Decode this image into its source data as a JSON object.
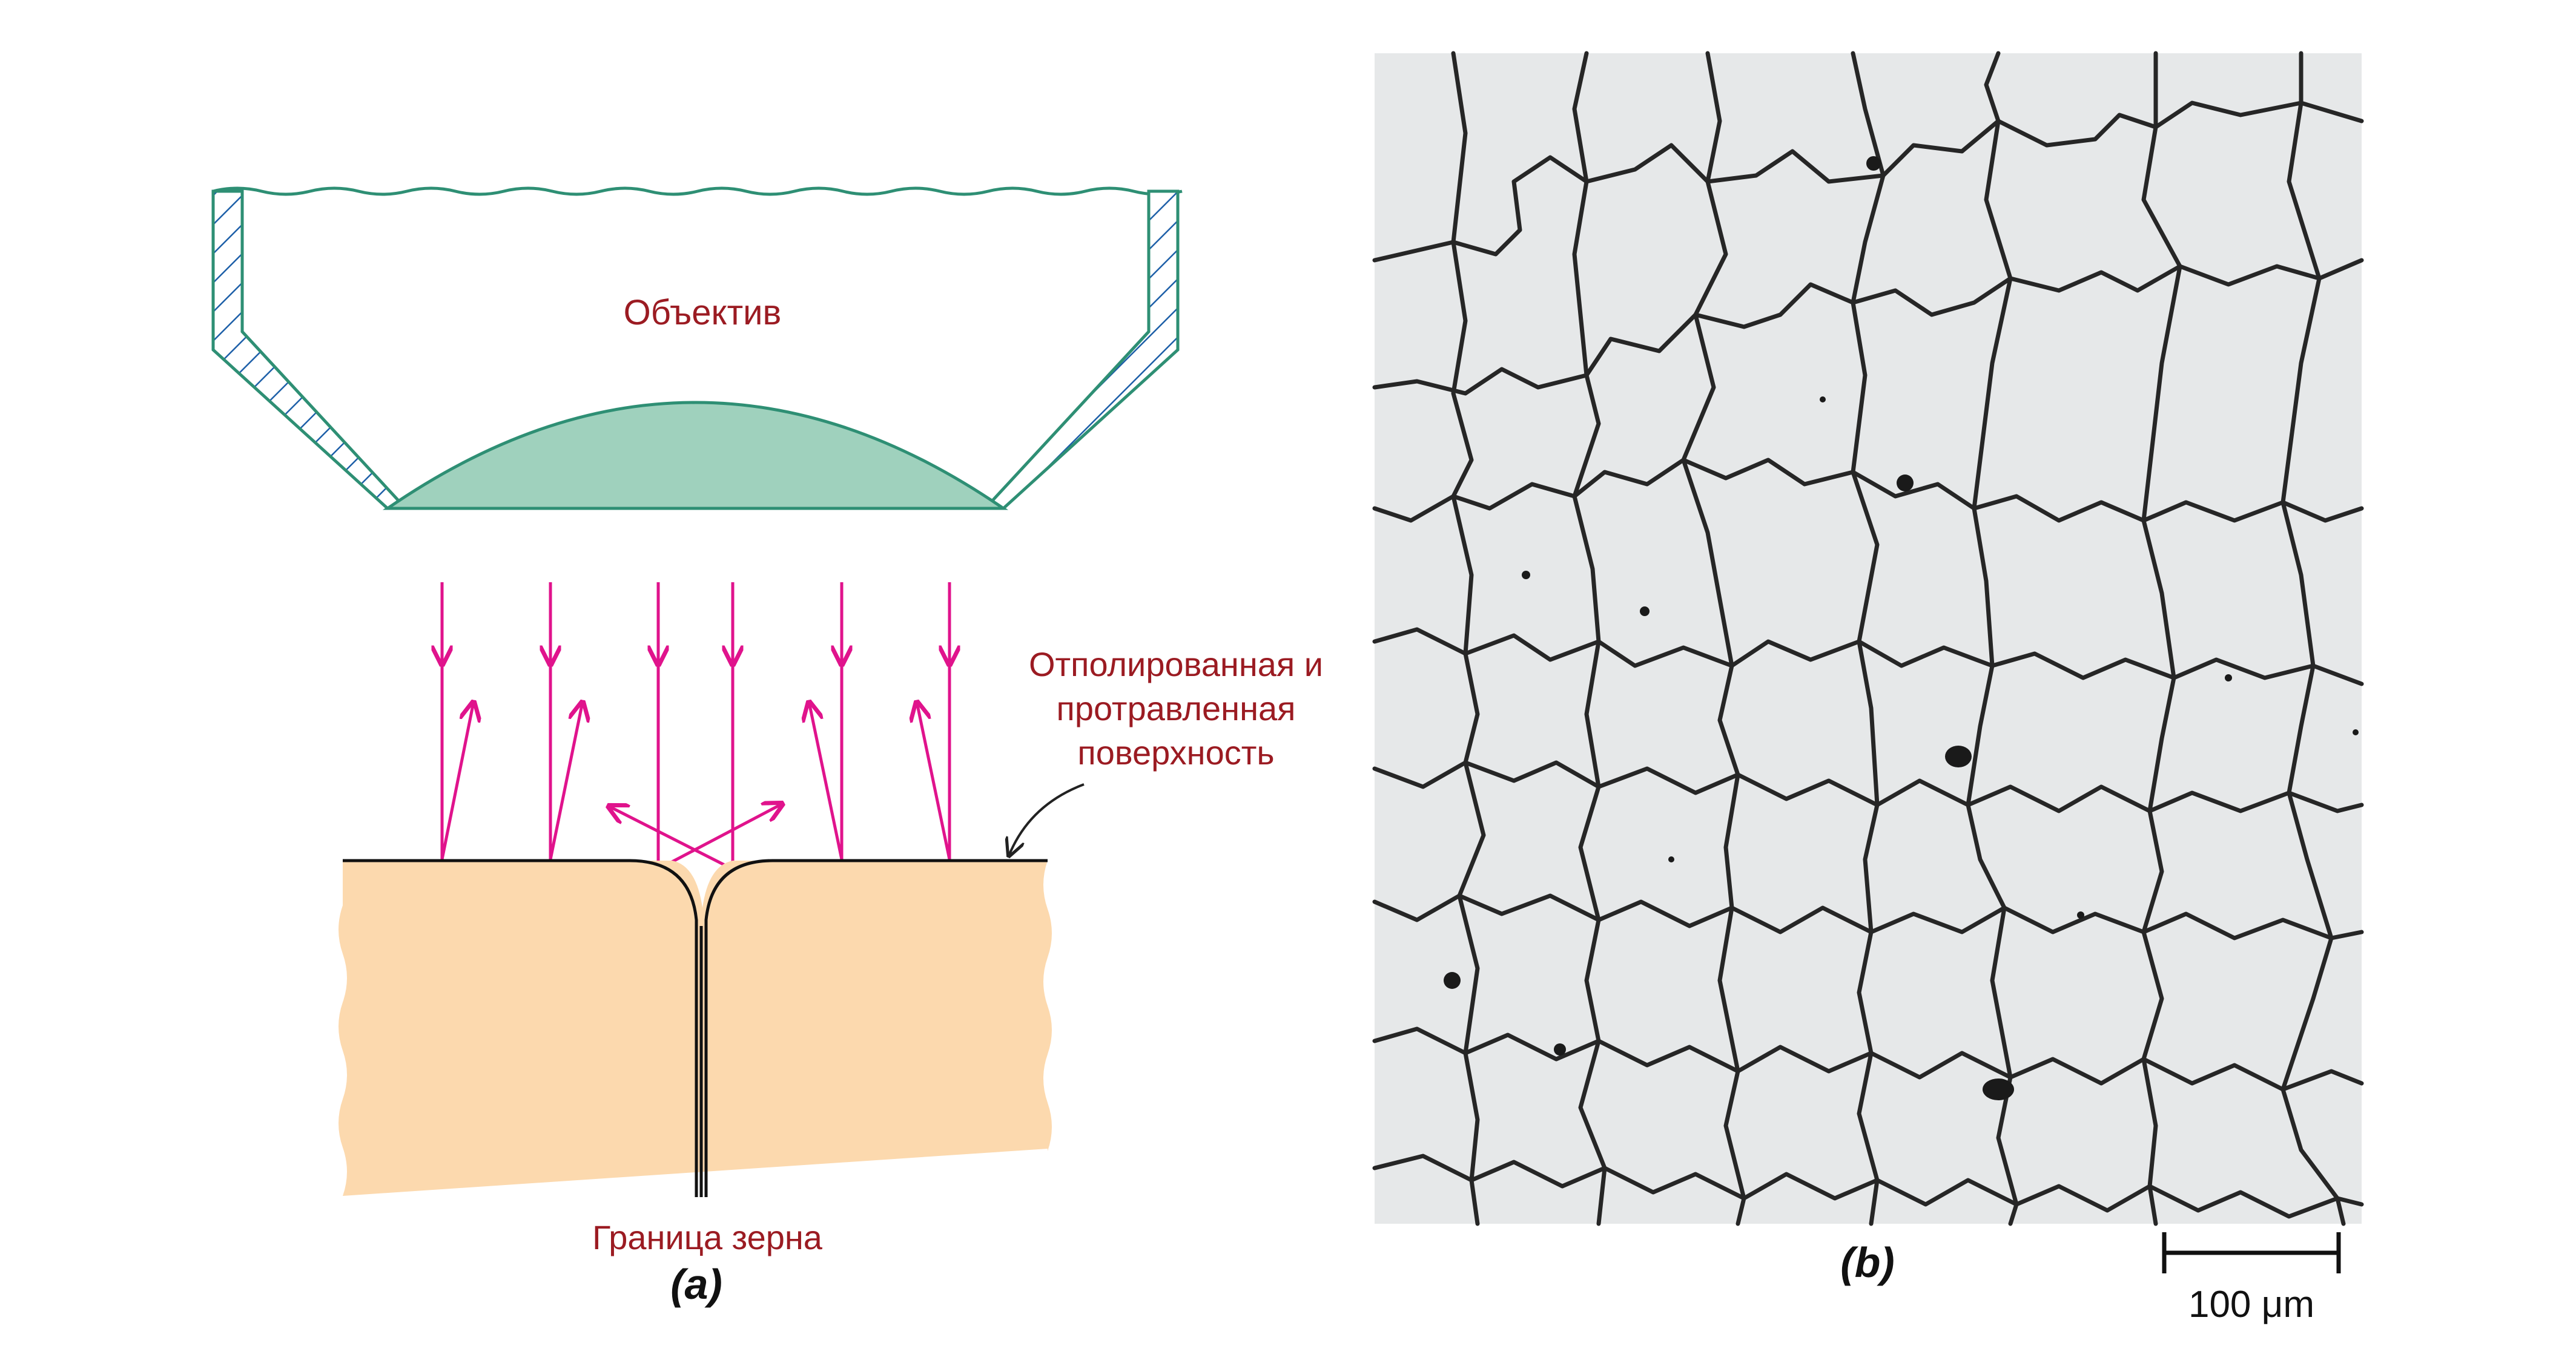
{
  "panel_a": {
    "objective_label": "Объектив",
    "surface_label_line1": "Отполированная и",
    "surface_label_line2": "протравленная",
    "surface_label_line3": "поверхность",
    "grain_boundary_label": "Граница зерна",
    "panel_letter": "(a)"
  },
  "panel_b": {
    "panel_letter": "(b)",
    "scale_bar_label": "100 μm"
  },
  "colors": {
    "label_red": "#9b1b22",
    "lens_outline": "#2e8f74",
    "lens_fill": "#9fd1bd",
    "ray_magenta": "#e0138c",
    "specimen_fill": "#fcd9ae",
    "micrograph_bg": "#e6e8e9",
    "grain_boundary": "#262626"
  }
}
